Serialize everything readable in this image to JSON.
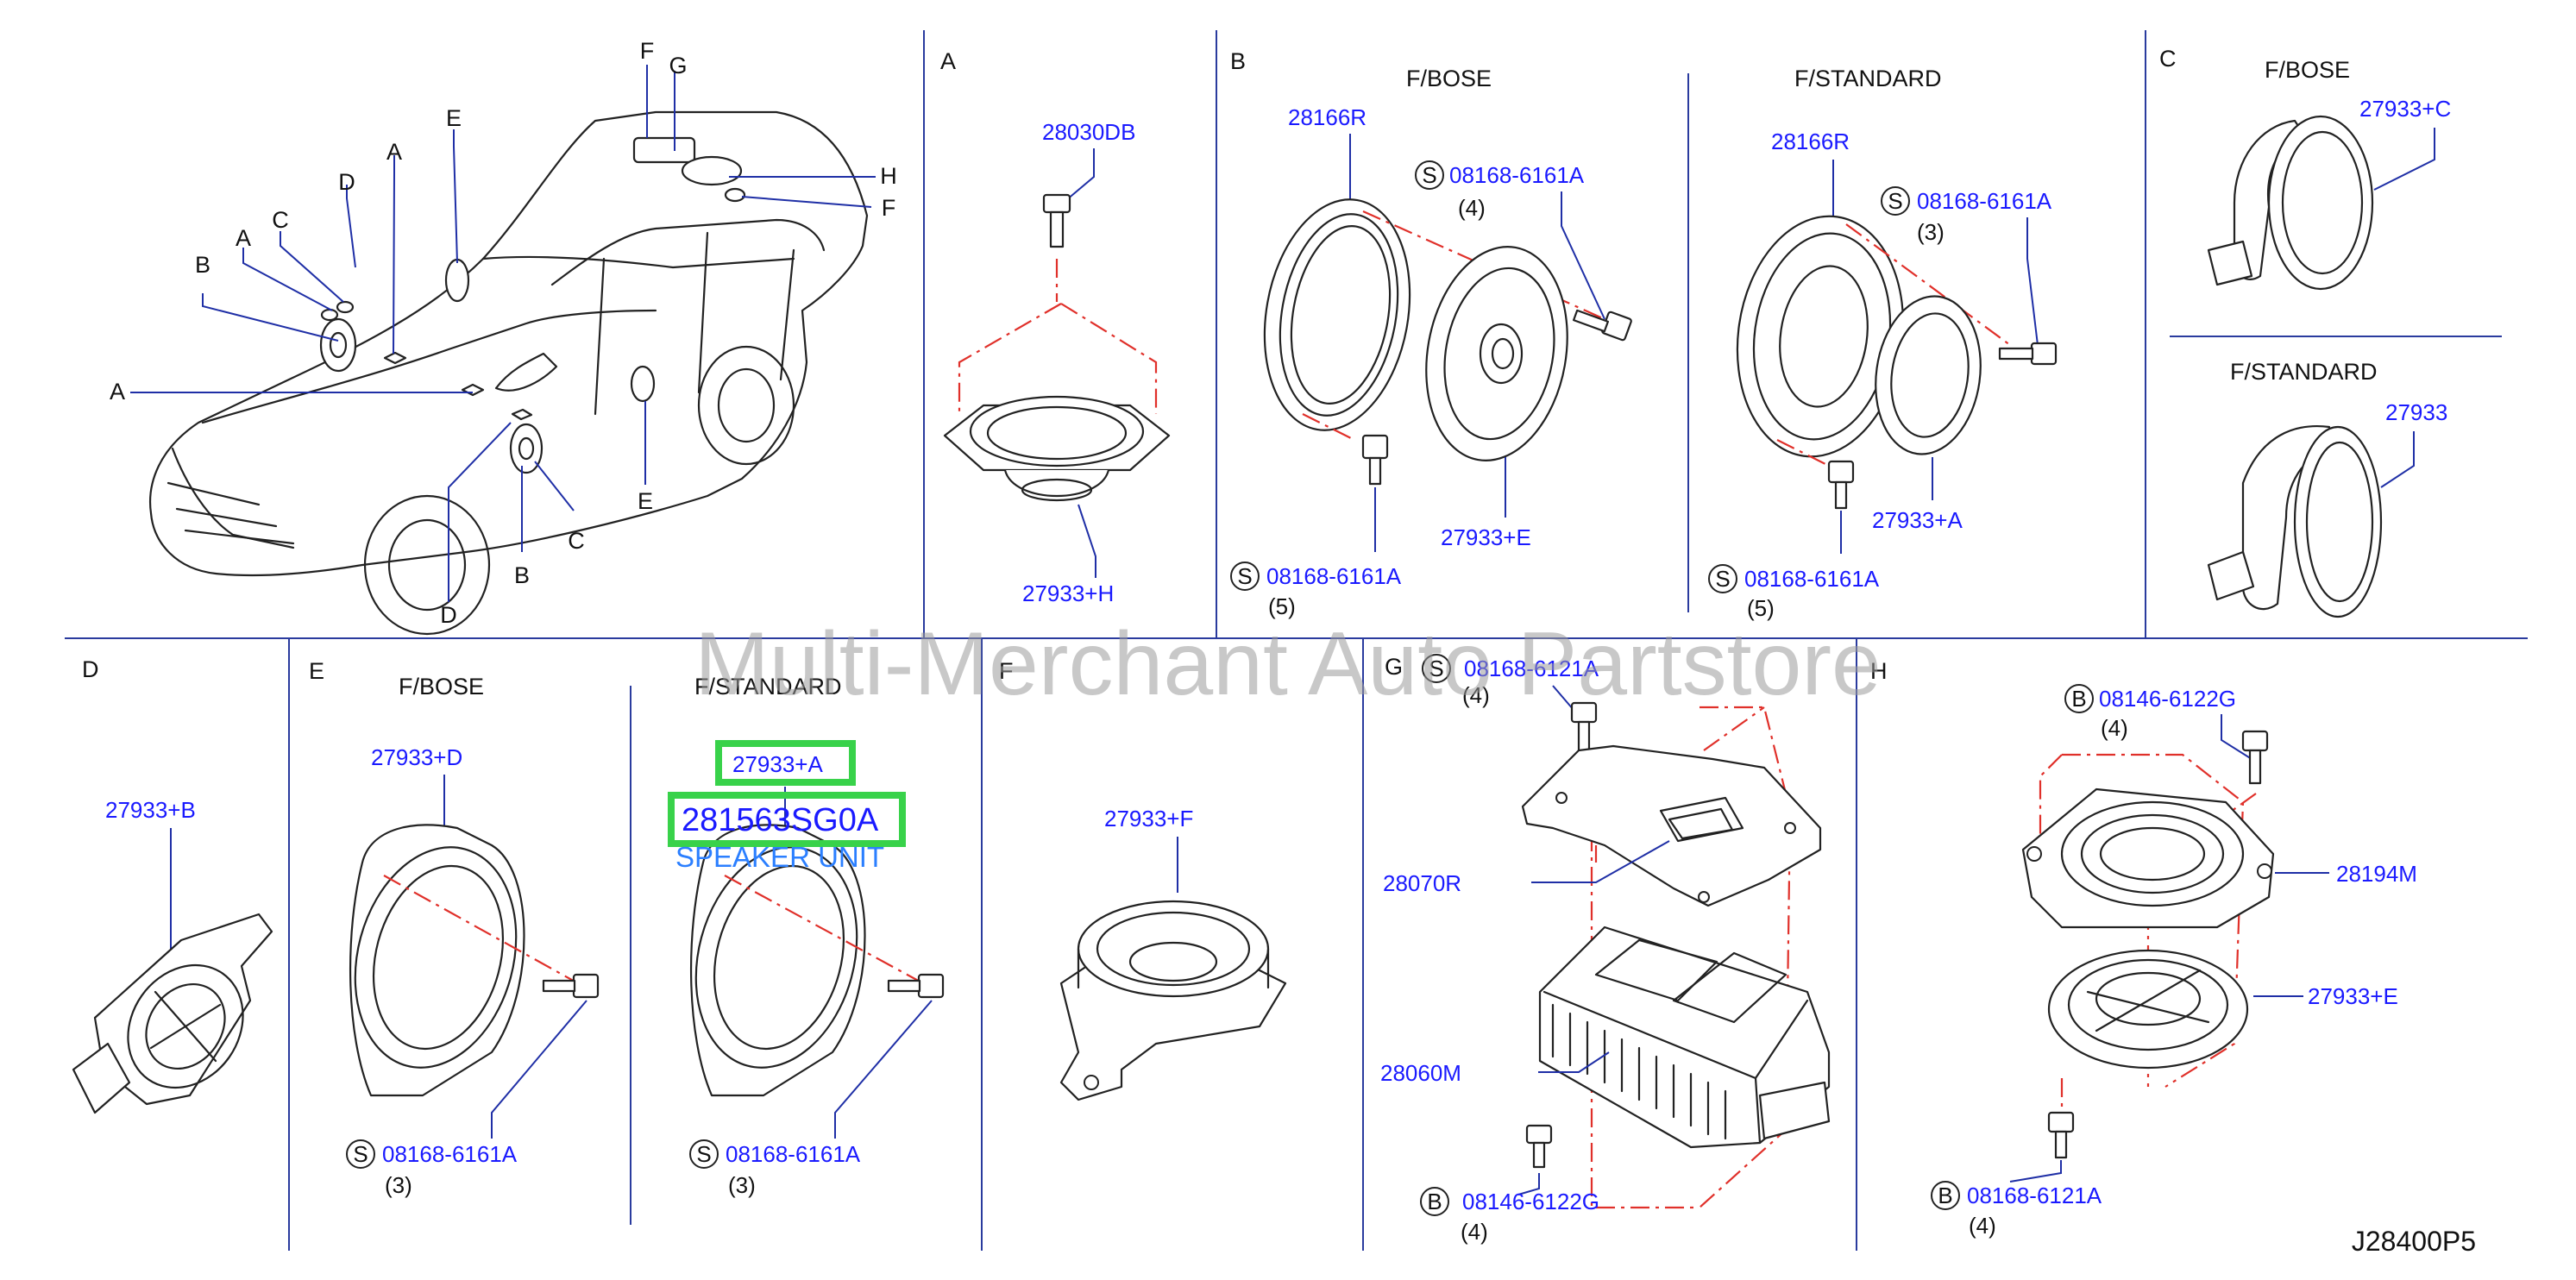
{
  "diagram": {
    "code": "J28400P5",
    "watermark": "Multi-Merchant Auto Partstore"
  },
  "overview": {
    "letters": [
      "A",
      "B",
      "C",
      "D",
      "E",
      "F",
      "G",
      "H"
    ]
  },
  "sections": {
    "A": {
      "letter": "A",
      "parts": {
        "bolt": "28030DB",
        "speaker": "27933+H"
      }
    },
    "B": {
      "letter": "B",
      "bose": {
        "title": "F/BOSE",
        "bracket": "28166R",
        "screw_top": "08168-6161A",
        "screw_top_qty": "(4)",
        "screw_bottom": "08168-6161A",
        "screw_bottom_qty": "(5)",
        "speaker": "27933+E"
      },
      "standard": {
        "title": "F/STANDARD",
        "bracket": "28166R",
        "screw_top": "08168-6161A",
        "screw_top_qty": "(3)",
        "screw_bottom": "08168-6161A",
        "screw_bottom_qty": "(5)",
        "speaker": "27933+A"
      }
    },
    "C": {
      "letter": "C",
      "bose": {
        "title": "F/BOSE",
        "speaker": "27933+C"
      },
      "standard": {
        "title": "F/STANDARD",
        "speaker": "27933"
      }
    },
    "D": {
      "letter": "D",
      "speaker": "27933+B"
    },
    "E": {
      "letter": "E",
      "bose": {
        "title": "F/BOSE",
        "speaker": "27933+D",
        "screw": "08168-6161A",
        "screw_qty": "(3)"
      },
      "standard": {
        "title": "F/STANDARD",
        "speaker": "27933+A",
        "highlight_part": "281563SG0A",
        "highlight_desc": "SPEAKER UNIT",
        "screw": "08168-6161A",
        "screw_qty": "(3)"
      }
    },
    "F": {
      "letter": "F",
      "speaker": "27933+F"
    },
    "G": {
      "letter": "G",
      "screw": "08168-6121A",
      "screw_qty": "(4)",
      "bracket": "28070R",
      "amp": "28060M",
      "bolt": "08146-6122G",
      "bolt_qty": "(4)"
    },
    "H": {
      "letter": "H",
      "bolt_top": "08146-6122G",
      "bolt_top_qty": "(4)",
      "bracket": "28194M",
      "speaker": "27933+E",
      "bolt_bottom": "08168-6121A",
      "bolt_bottom_qty": "(4)"
    }
  },
  "symbols": {
    "screw": "S",
    "bolt": "B"
  }
}
